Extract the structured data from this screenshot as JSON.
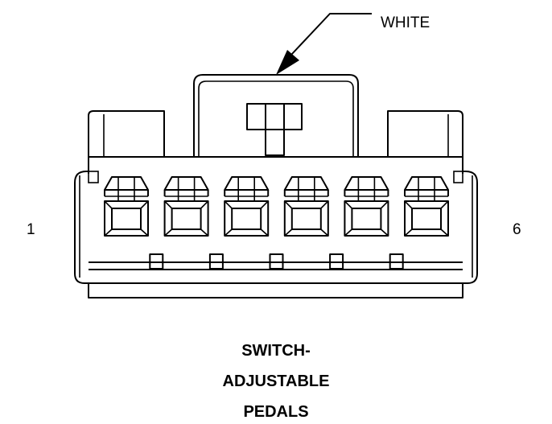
{
  "connector": {
    "color_callout": "WHITE",
    "pin_first": "1",
    "pin_last": "6",
    "cavity_count": 6,
    "title_lines": [
      "SWITCH-",
      "ADJUSTABLE",
      "PEDALS"
    ]
  },
  "colors": {
    "line": "#000000",
    "background": "#ffffff"
  }
}
